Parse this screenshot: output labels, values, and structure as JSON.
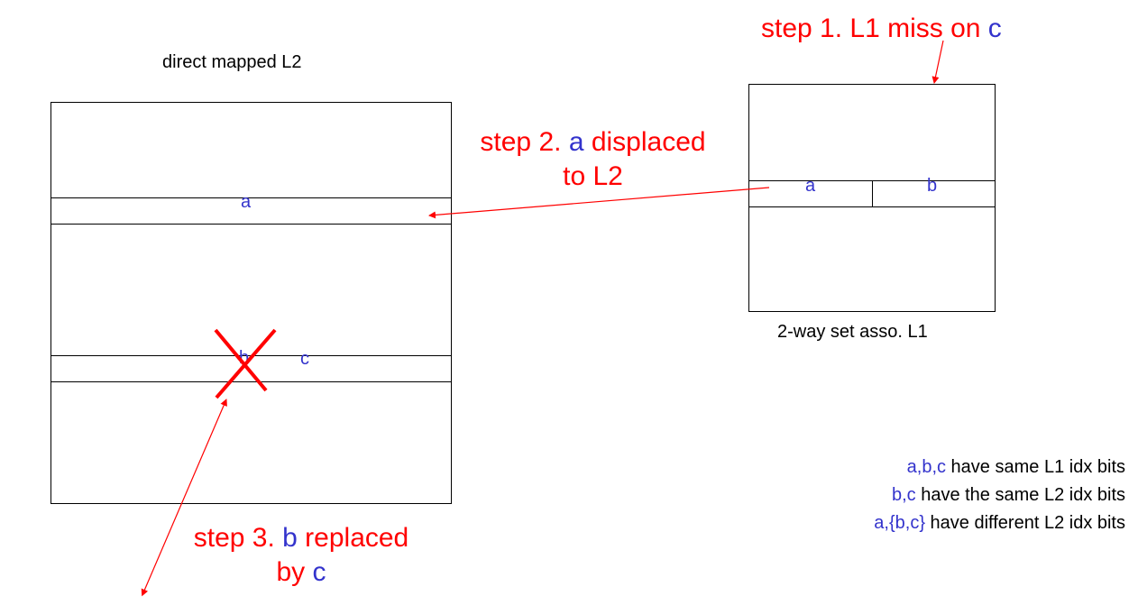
{
  "l2": {
    "title": "direct mapped L2",
    "line_a": "a",
    "line_b": "b",
    "line_c": "c"
  },
  "l1": {
    "caption": "2-way set asso. L1",
    "way0": "a",
    "way1": "b"
  },
  "step1": {
    "prefix": "step 1. L1 miss on ",
    "var": "c"
  },
  "step2": {
    "prefix": "step 2. ",
    "var": "a",
    "suffix": " displaced",
    "line2": "to L2"
  },
  "step3": {
    "prefix": "step 3. ",
    "var": "b",
    "suffix": " replaced",
    "line2_prefix": "by ",
    "line2_var": "c"
  },
  "notes": {
    "n1_vars": "a,b,c",
    "n1_text": " have same L1 idx bits",
    "n2_vars": "b,c",
    "n2_text": " have the same L2 idx bits",
    "n3_vars": "a,{b,c}",
    "n3_text": " have different L2 idx bits"
  },
  "colors": {
    "accent_red": "#ff0000",
    "var_blue": "#3333cc",
    "line": "#000000"
  }
}
